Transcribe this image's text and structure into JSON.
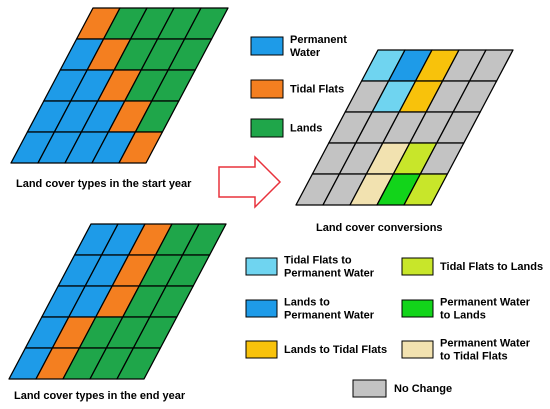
{
  "colors": {
    "permanent_water": "#1e9be8",
    "tidal_flats": "#f47f20",
    "lands": "#1fa64a",
    "tf_to_pw": "#6fd4f0",
    "lands_to_pw": "#1e9be8",
    "lands_to_tf": "#f8c20b",
    "tf_to_lands": "#c8e62a",
    "pw_to_lands": "#12d41a",
    "pw_to_tf": "#f2e2b0",
    "no_change": "#c3c3c3",
    "arrow_stroke": "#e8323c",
    "grid_line": "#000000"
  },
  "start_grid": {
    "caption": "Land cover types in the start year",
    "rows": [
      [
        "tidal_flats",
        "lands",
        "lands",
        "lands",
        "lands"
      ],
      [
        "permanent_water",
        "tidal_flats",
        "lands",
        "lands",
        "lands"
      ],
      [
        "permanent_water",
        "permanent_water",
        "tidal_flats",
        "lands",
        "lands"
      ],
      [
        "permanent_water",
        "permanent_water",
        "permanent_water",
        "tidal_flats",
        "lands"
      ],
      [
        "permanent_water",
        "permanent_water",
        "permanent_water",
        "permanent_water",
        "tidal_flats"
      ]
    ]
  },
  "end_grid": {
    "caption": "Land cover types in the end year",
    "rows": [
      [
        "permanent_water",
        "permanent_water",
        "tidal_flats",
        "lands",
        "lands"
      ],
      [
        "permanent_water",
        "permanent_water",
        "tidal_flats",
        "lands",
        "lands"
      ],
      [
        "permanent_water",
        "permanent_water",
        "tidal_flats",
        "lands",
        "lands"
      ],
      [
        "permanent_water",
        "tidal_flats",
        "lands",
        "lands",
        "lands"
      ],
      [
        "permanent_water",
        "tidal_flats",
        "lands",
        "lands",
        "lands"
      ]
    ]
  },
  "conversion_grid": {
    "caption": "Land cover conversions",
    "rows": [
      [
        "tf_to_pw",
        "lands_to_pw",
        "lands_to_tf",
        "no_change",
        "no_change"
      ],
      [
        "no_change",
        "tf_to_pw",
        "lands_to_tf",
        "no_change",
        "no_change"
      ],
      [
        "no_change",
        "no_change",
        "no_change",
        "no_change",
        "no_change"
      ],
      [
        "no_change",
        "no_change",
        "pw_to_tf",
        "tf_to_lands",
        "no_change"
      ],
      [
        "no_change",
        "no_change",
        "pw_to_tf",
        "pw_to_lands",
        "tf_to_lands"
      ]
    ]
  },
  "legend_top": [
    {
      "key": "permanent_water",
      "lines": [
        "Permanent",
        "Water"
      ]
    },
    {
      "key": "tidal_flats",
      "lines": [
        "Tidal Flats"
      ]
    },
    {
      "key": "lands",
      "lines": [
        "Lands"
      ]
    }
  ],
  "legend_bottom": [
    {
      "key": "tf_to_pw",
      "lines": [
        "Tidal Flats to",
        "Permanent Water"
      ]
    },
    {
      "key": "lands_to_pw",
      "lines": [
        "Lands to",
        "Permanent Water"
      ]
    },
    {
      "key": "lands_to_tf",
      "lines": [
        "Lands to Tidal Flats"
      ]
    },
    {
      "key": "tf_to_lands",
      "lines": [
        "Tidal Flats to Lands"
      ]
    },
    {
      "key": "pw_to_lands",
      "lines": [
        "Permanent Water",
        "to Lands"
      ]
    },
    {
      "key": "pw_to_tf",
      "lines": [
        "Permanent Water",
        "to Tidal Flats"
      ]
    },
    {
      "key": "no_change",
      "lines": [
        "No Change"
      ]
    }
  ]
}
